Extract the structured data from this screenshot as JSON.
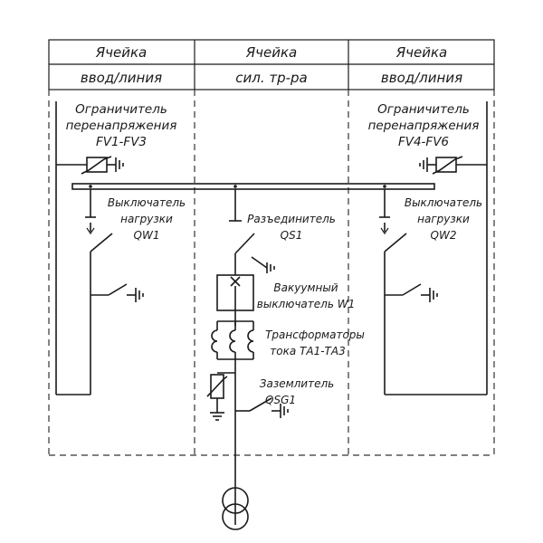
{
  "header": {
    "col1": {
      "line1": "Ячейка",
      "line2": "ввод/линия"
    },
    "col2": {
      "line1": "Ячейка",
      "line2": "сил. тр-ра"
    },
    "col3": {
      "line1": "Ячейка",
      "line2": "ввод/линия"
    }
  },
  "left": {
    "arrester": {
      "line1": "Ограничитель",
      "line2": "перенапряжения",
      "line3": "FV1-FV3"
    },
    "switch": {
      "line1": "Выключатель",
      "line2": "нагрузки",
      "line3": "QW1"
    }
  },
  "right": {
    "arrester": {
      "line1": "Ограничитель",
      "line2": "перенапряжения",
      "line3": "FV4-FV6"
    },
    "switch": {
      "line1": "Выключатель",
      "line2": "нагрузки",
      "line3": "QW2"
    }
  },
  "center": {
    "disconnector": {
      "line1": "Разъединитель",
      "line2": "QS1"
    },
    "breaker": {
      "line1": "Вакуумный",
      "line2": "выключатель W1"
    },
    "ct": {
      "line1": "Трансформаторы",
      "line2": "тока ТА1-ТА3"
    },
    "earthing": {
      "line1": "Заземлитель",
      "line2": "QSG1"
    }
  }
}
